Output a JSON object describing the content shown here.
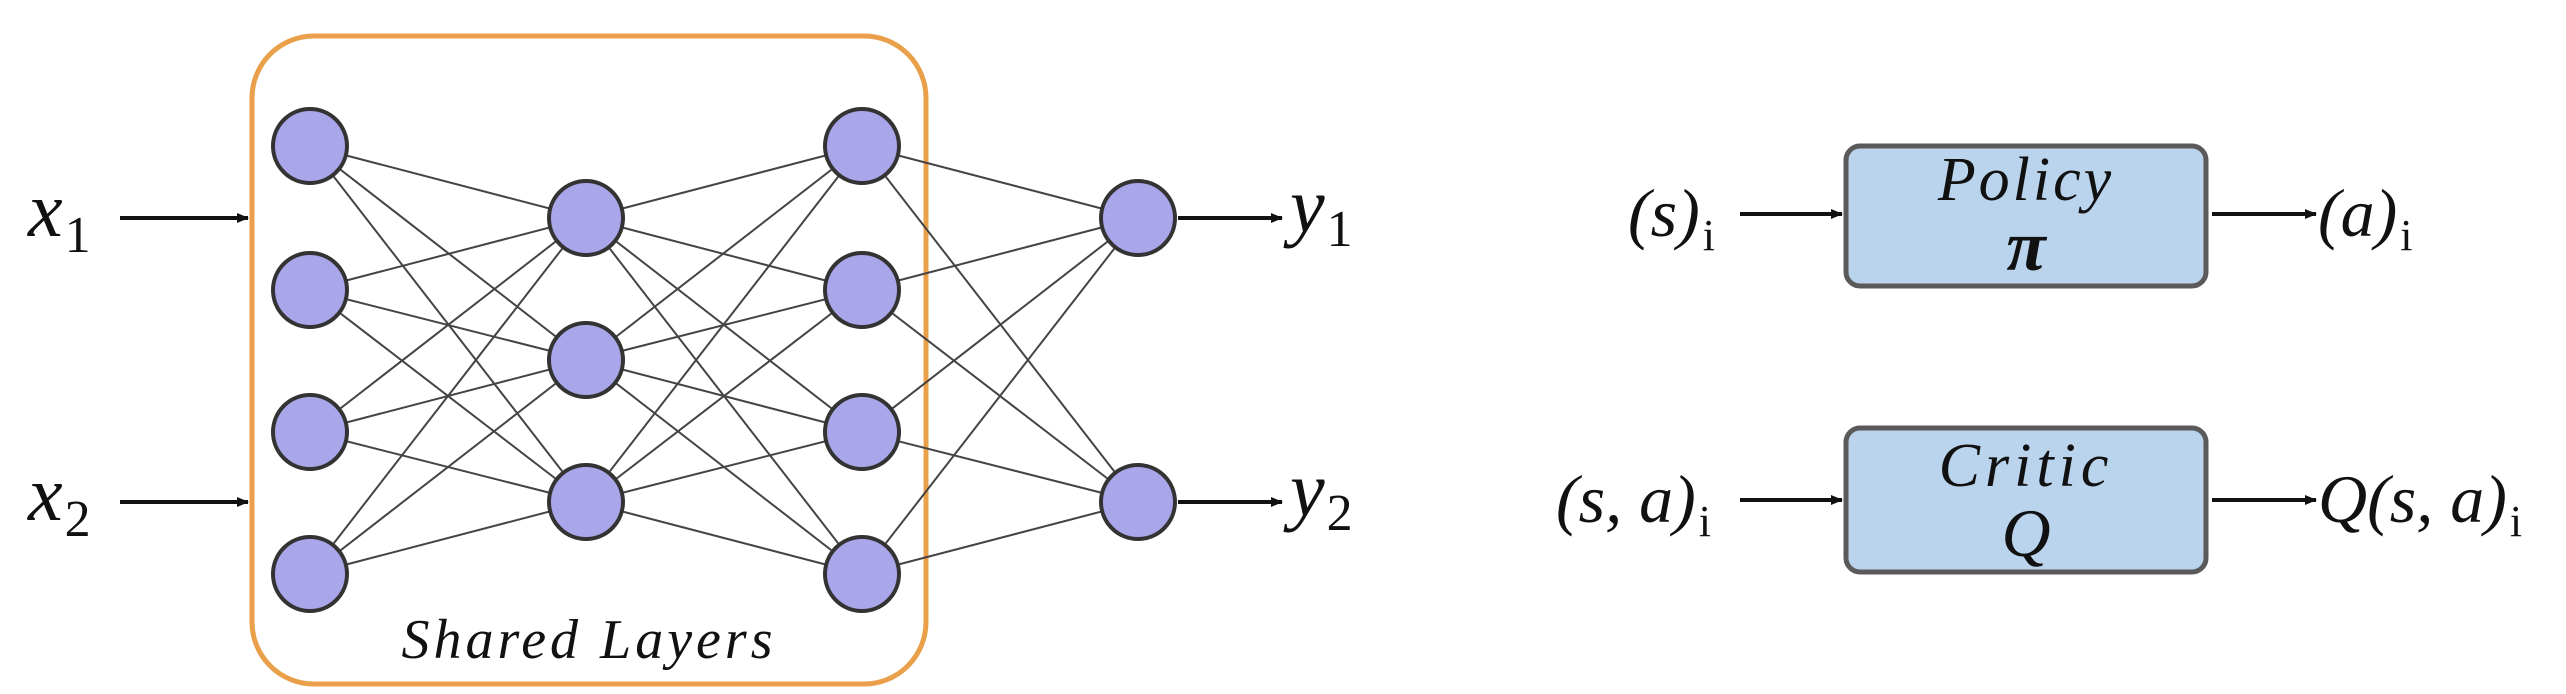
{
  "network": {
    "inputs": [
      {
        "name": "x",
        "sub": "1"
      },
      {
        "name": "x",
        "sub": "2"
      }
    ],
    "outputs": [
      {
        "name": "y",
        "sub": "1"
      },
      {
        "name": "y",
        "sub": "2"
      }
    ],
    "shared_label": "Shared Layers",
    "layers": [
      4,
      3,
      4,
      2
    ]
  },
  "policy": {
    "title": "Policy",
    "symbol": "π",
    "input_label": "(s)",
    "input_sub": "i",
    "output_label": "(a)",
    "output_sub": "i"
  },
  "critic": {
    "title": "Critic",
    "symbol": "Q",
    "input_label": "(s, a)",
    "input_sub": "i",
    "output_label": "Q(s, a)",
    "output_sub": "i"
  },
  "colors": {
    "node_fill": "#a9a6ea",
    "node_stroke": "#333333",
    "edge": "#444444",
    "shared_border": "#eaa04a",
    "box_fill": "#b9d4ec",
    "box_stroke": "#5a5a5a",
    "text": "#111111"
  }
}
